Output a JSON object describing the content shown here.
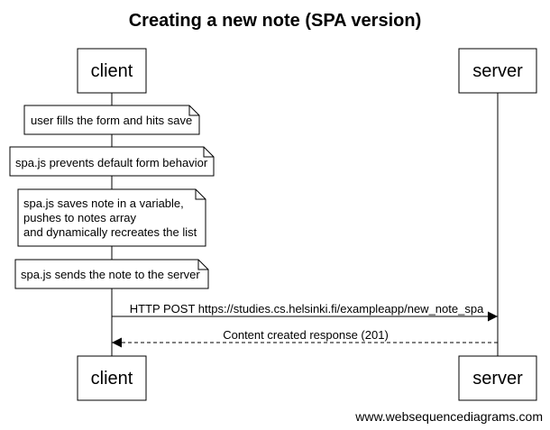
{
  "title": "Creating a new note (SPA version)",
  "actors": {
    "client": "client",
    "server": "server"
  },
  "notes": [
    {
      "lines": [
        "user fills the form and hits save"
      ]
    },
    {
      "lines": [
        "spa.js prevents default form behavior"
      ]
    },
    {
      "lines": [
        "spa.js saves note in a variable,",
        "pushes to notes array",
        "and dynamically recreates the list"
      ]
    },
    {
      "lines": [
        "spa.js sends the note to the server"
      ]
    }
  ],
  "messages": [
    {
      "from": "client",
      "to": "server",
      "style": "solid",
      "label": "HTTP POST https://studies.cs.helsinki.fi/exampleapp/new_note_spa"
    },
    {
      "from": "server",
      "to": "client",
      "style": "dashed",
      "label": "Content created response (201)"
    }
  ],
  "footer": "www.websequencediagrams.com"
}
